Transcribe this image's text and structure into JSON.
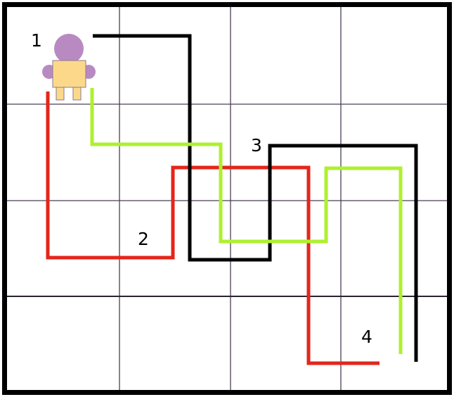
{
  "labels": {
    "label_1": "1",
    "label_2": "2",
    "label_3": "3",
    "label_4": "4"
  },
  "grid": {
    "columns": 4,
    "rows": 4
  },
  "paths": [
    {
      "id": "black",
      "color": "#000000"
    },
    {
      "id": "red",
      "color": "#e3261b"
    },
    {
      "id": "green",
      "color": "#aef02e"
    }
  ],
  "robot": {
    "head_color": "#b98ac2",
    "body_color": "#fcd98a",
    "outline_color": "#8a7a8e"
  }
}
